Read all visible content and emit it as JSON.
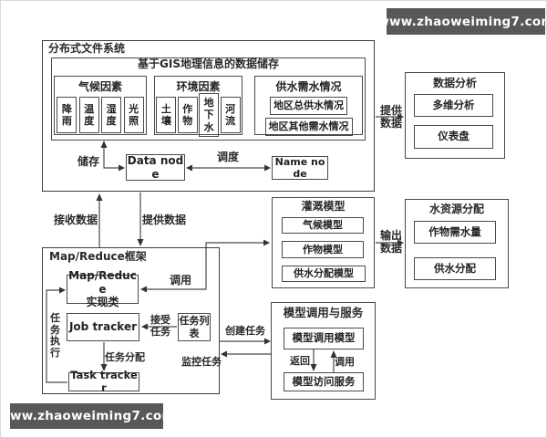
{
  "watermark": {
    "top": "www.zhaoweiming7.com",
    "bottom": "www.zhaoweiming7.com"
  },
  "colors": {
    "banner_bg": "#58585a",
    "line": "#4a4a4a",
    "text": "#222222"
  },
  "dfs": {
    "title": "分布式文件系统",
    "gis": {
      "title": "基于GIS地理信息的数据储存",
      "climate": {
        "title": "气候因素",
        "items": [
          "降雨",
          "温度",
          "湿度",
          "光照"
        ]
      },
      "environment": {
        "title": "环境因素",
        "items": [
          "土壤",
          "作物",
          "地下水",
          "河流"
        ]
      },
      "water": {
        "title": "供水需水情况",
        "items": [
          "地区总供水情况",
          "地区其他需水情况"
        ]
      }
    },
    "data_node": "Data node",
    "name_node": "Name node",
    "labels": {
      "store": "储存",
      "schedule": "调度"
    }
  },
  "mapreduce": {
    "title": "Map/Reduce框架",
    "impl_line1": "Map/Reduce",
    "impl_line2": "实现类",
    "job_tracker": "Job tracker",
    "task_tracker": "Task tracker",
    "task_list": "任务列表"
  },
  "irrigation": {
    "title": "灌溉模型",
    "items": [
      "气候模型",
      "作物模型",
      "供水分配模型"
    ]
  },
  "allocation": {
    "title": "水资源分配",
    "items": [
      "作物需水量",
      "供水分配"
    ]
  },
  "analysis": {
    "title": "数据分析",
    "items": [
      "多维分析",
      "仪表盘"
    ]
  },
  "service": {
    "title": "模型调用与服务",
    "items": [
      "模型调用模型",
      "模型访问服务"
    ]
  },
  "edges": {
    "receive_data": "接收数据",
    "provide_data": "提供数据",
    "provide_data_right": "提供数据",
    "output_data": "输出数据",
    "invoke": "调用",
    "create_task": "创建任务",
    "monitor_task": "监控任务",
    "accept_task": "接受任务",
    "task_assign": "任务分配",
    "task_exec": "任务执行",
    "return_label": "返回",
    "invoke_service": "调用"
  }
}
